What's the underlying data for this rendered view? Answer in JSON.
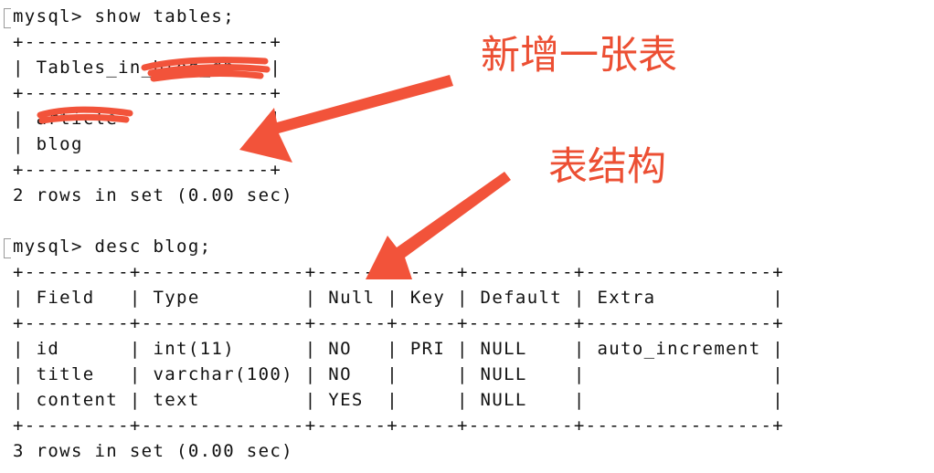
{
  "terminal": {
    "lines": [
      {
        "text": "mysql> show tables;",
        "prompt": true
      },
      {
        "text": "+---------------------+"
      },
      {
        "text": "| Tables_in_blog_db   |"
      },
      {
        "text": "+---------------------+"
      },
      {
        "text": "| article             |"
      },
      {
        "text": "| blog                |"
      },
      {
        "text": "+---------------------+"
      },
      {
        "text": "2 rows in set (0.00 sec)"
      },
      {
        "text": ""
      },
      {
        "text": "mysql> desc blog;",
        "prompt": true
      },
      {
        "text": "+---------+--------------+------+-----+---------+----------------+"
      },
      {
        "text": "| Field   | Type         | Null | Key | Default | Extra          |"
      },
      {
        "text": "+---------+--------------+------+-----+---------+----------------+"
      },
      {
        "text": "| id      | int(11)      | NO   | PRI | NULL    | auto_increment |"
      },
      {
        "text": "| title   | varchar(100) | NO   |     | NULL    |                |"
      },
      {
        "text": "| content | text         | YES  |     | NULL    |                |"
      },
      {
        "text": "+---------+--------------+------+-----+---------+----------------+"
      },
      {
        "text": "3 rows in set (0.00 sec)"
      }
    ]
  },
  "annotations": {
    "new_table": "新增一张表",
    "table_structure": "表结构"
  },
  "colors": {
    "annotation": "#ec4f33",
    "redaction": "#f2533a",
    "text": "#111111"
  }
}
